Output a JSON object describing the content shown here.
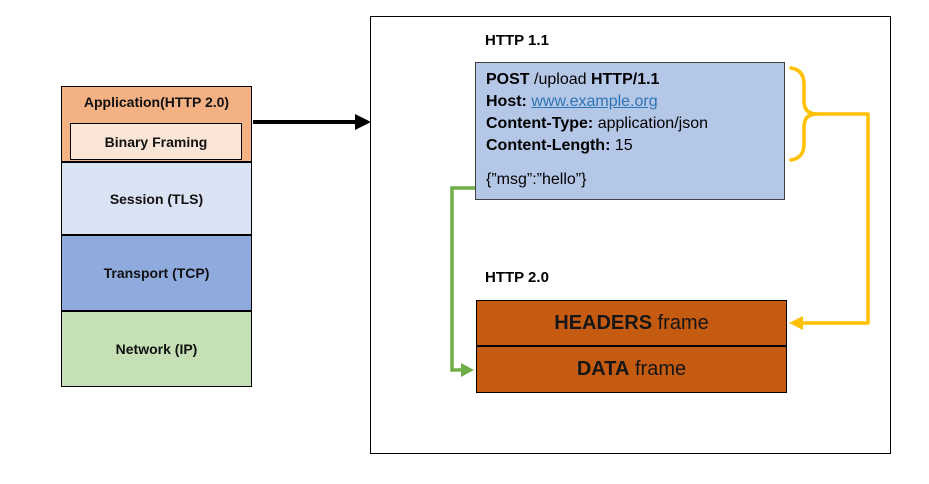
{
  "colors": {
    "app_orange": "#F4B183",
    "binary_peach": "#FBE5D6",
    "session_blue": "#DAE3F3",
    "transport_blue": "#8FAADC",
    "network_green": "#C5E0B4",
    "request_blue": "#B4C7E7",
    "frame_orange": "#C55A11",
    "arrow_yellow": "#FFC000",
    "arrow_green": "#70AD47",
    "link_blue": "#2E75B6"
  },
  "stack": {
    "application_label": "Application(HTTP 2.0)",
    "binary_framing_label": "Binary Framing",
    "session_label": "Session (TLS)",
    "transport_label": "Transport (TCP)",
    "network_label": "Network (IP)"
  },
  "detail": {
    "http11_label": "HTTP 1.1",
    "http20_label": "HTTP 2.0",
    "request": {
      "method": "POST",
      "path": "/upload",
      "version": "HTTP/1.1",
      "host_label": "Host:",
      "host_value": "www.example.org",
      "content_type_label": "Content-Type:",
      "content_type_value": "application/json",
      "content_length_label": "Content-Length:",
      "content_length_value": "15",
      "body": "{”msg”:”hello”}"
    },
    "frames": {
      "headers_bold": "HEADERS",
      "headers_rest": " frame",
      "data_bold": "DATA",
      "data_rest": " frame"
    }
  }
}
